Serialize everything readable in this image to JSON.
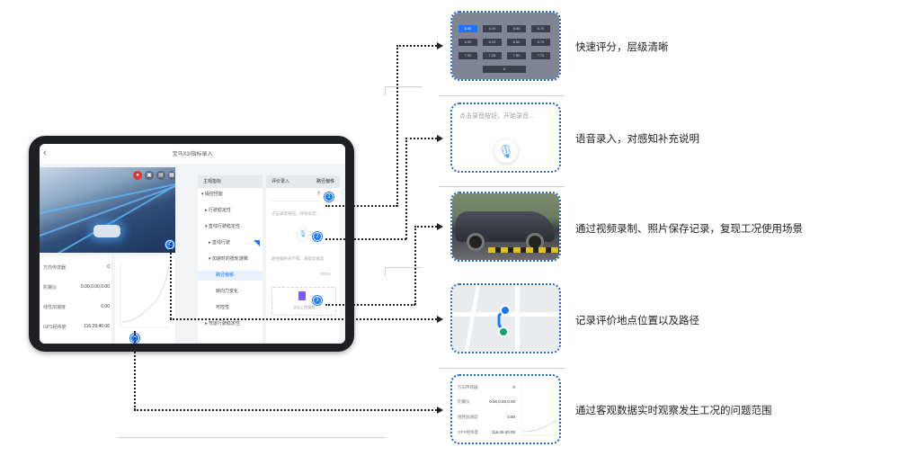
{
  "app": {
    "screen_title": "宝马X3/指标录入",
    "controls": [
      "video-icon",
      "camera-icon",
      "image-icon",
      "save-icon"
    ]
  },
  "sensors": {
    "rows": [
      {
        "label": "方向传感器",
        "value": "0"
      },
      {
        "label": "陀螺仪",
        "value": "0.00,0.00,0.00"
      },
      {
        "label": "线性加速度",
        "value": "0.00"
      },
      {
        "label": "GPS经纬度",
        "value": "116.29,40.06"
      }
    ]
  },
  "tree": {
    "header": "主观指标",
    "items": [
      {
        "label": "▾ 操控性能"
      },
      {
        "label": "▸ 行驶稳定性"
      },
      {
        "label": "▾ 直线行驶稳定性"
      },
      {
        "label": "▸ 直线行驶"
      },
      {
        "label": "▾ 加速时的抵轮游离"
      },
      {
        "label": "路径偏移"
      },
      {
        "label": "转向力变化"
      },
      {
        "label": "可控性"
      },
      {
        "label": "▸ 弯道行驶稳定性"
      }
    ],
    "selected_index": 5
  },
  "eval": {
    "header_left": "评价录入",
    "header_right": "路径偏移",
    "score": "7",
    "voice_placeholder": "点击录音按钮，开始录音...",
    "text_placeholder": "路径偏移表不错，满意度很高",
    "counter": "0/200",
    "upload_label": "点击上传视频"
  },
  "badges": [
    "1",
    "2",
    "3",
    "4",
    "5"
  ],
  "cards": {
    "grade": {
      "values": [
        "5.00",
        "5.25",
        "5.50",
        "5.75",
        "6.00",
        "6.25",
        "6.50",
        "6.75",
        "7.00",
        "7.25",
        "7.50",
        "7.75",
        "8"
      ],
      "active_index": 0,
      "label": "快速评分，层级清晰"
    },
    "voice": {
      "placeholder": "点击录音按钮，开始录音...",
      "label": "语音录入，对感知补充说明"
    },
    "video": {
      "label": "通过视频录制、照片保存记录，复现工况使用场景"
    },
    "location": {
      "label": "记录评价地点位置以及路径"
    },
    "data": {
      "rows": [
        {
          "label": "方向传感器",
          "value": "0"
        },
        {
          "label": "陀螺仪",
          "value": "0.00,0.00,0.00"
        },
        {
          "label": "线性加速度",
          "value": "0.00"
        },
        {
          "label": "GPS经纬度",
          "value": "116.29,40.06"
        }
      ],
      "label": "通过客观数据实时观察发生工况的问题范围"
    }
  },
  "colors": {
    "accent": "#1677ff",
    "card_border": "#1e68d6",
    "connector": "#222222"
  }
}
